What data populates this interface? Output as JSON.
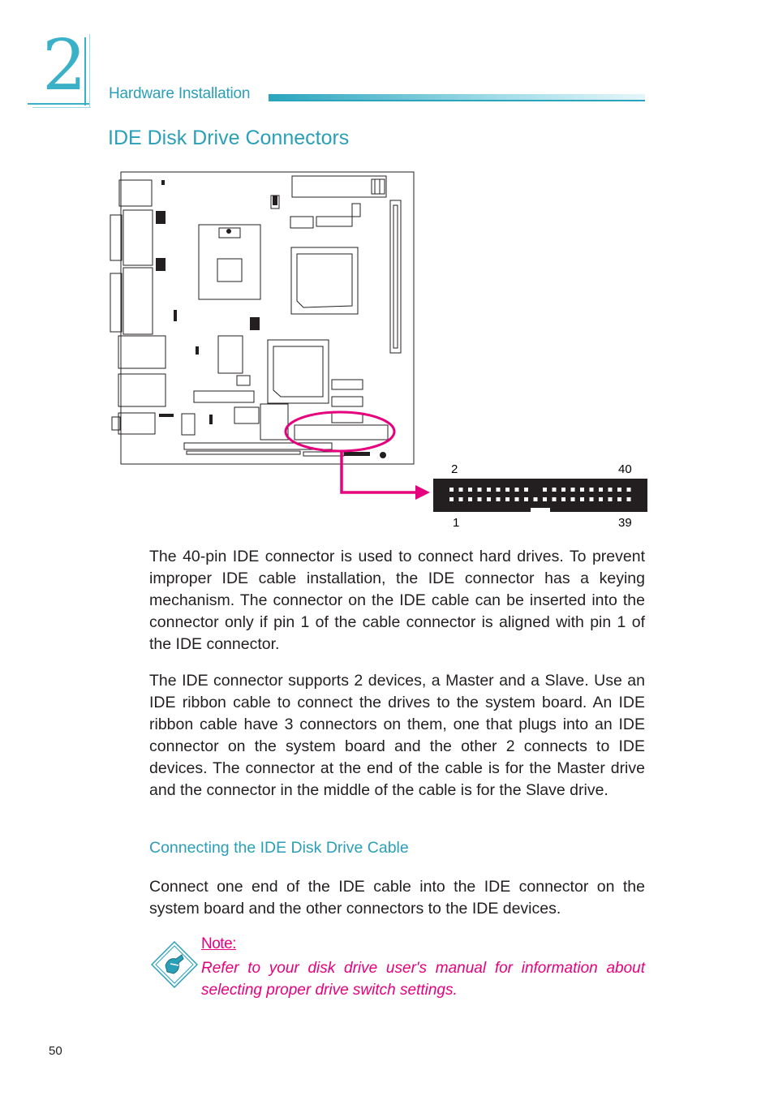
{
  "header": {
    "chapter_number": "2",
    "section_label": "Hardware Installation"
  },
  "page_title": "IDE Disk Drive Connectors",
  "figure": {
    "pin_top_left": "2",
    "pin_top_right": "40",
    "pin_bottom_left": "1",
    "pin_bottom_right": "39",
    "highlight_color": "#e6007e"
  },
  "paragraphs": [
    "The 40-pin IDE connector is used to connect hard drives. To prevent improper IDE cable installation, the IDE connector has a keying mechanism. The connector on the IDE cable can be inserted into the connector only if pin 1 of the cable connector is aligned with pin 1 of the IDE connector.",
    "The IDE connector supports 2 devices, a Master and a Slave. Use an IDE ribbon cable to connect the drives to the system board. An IDE ribbon cable have 3 connectors on them, one that plugs into an IDE connector on the system board and the other 2 connects to IDE devices. The connector at the end of the cable is for the Master drive and the connector in the middle of the cable is for the Slave drive."
  ],
  "subheading": "Connecting the IDE Disk Drive Cable",
  "instruction": "Connect one end of the IDE cable into the IDE connector on the system board and the other connectors to the IDE devices.",
  "note": {
    "title": "Note:",
    "text": "Refer to your disk drive user's manual for information about selecting proper drive switch settings."
  },
  "page_number": "50",
  "colors": {
    "accent": "#2a9fb8",
    "note": "#e6007e"
  }
}
